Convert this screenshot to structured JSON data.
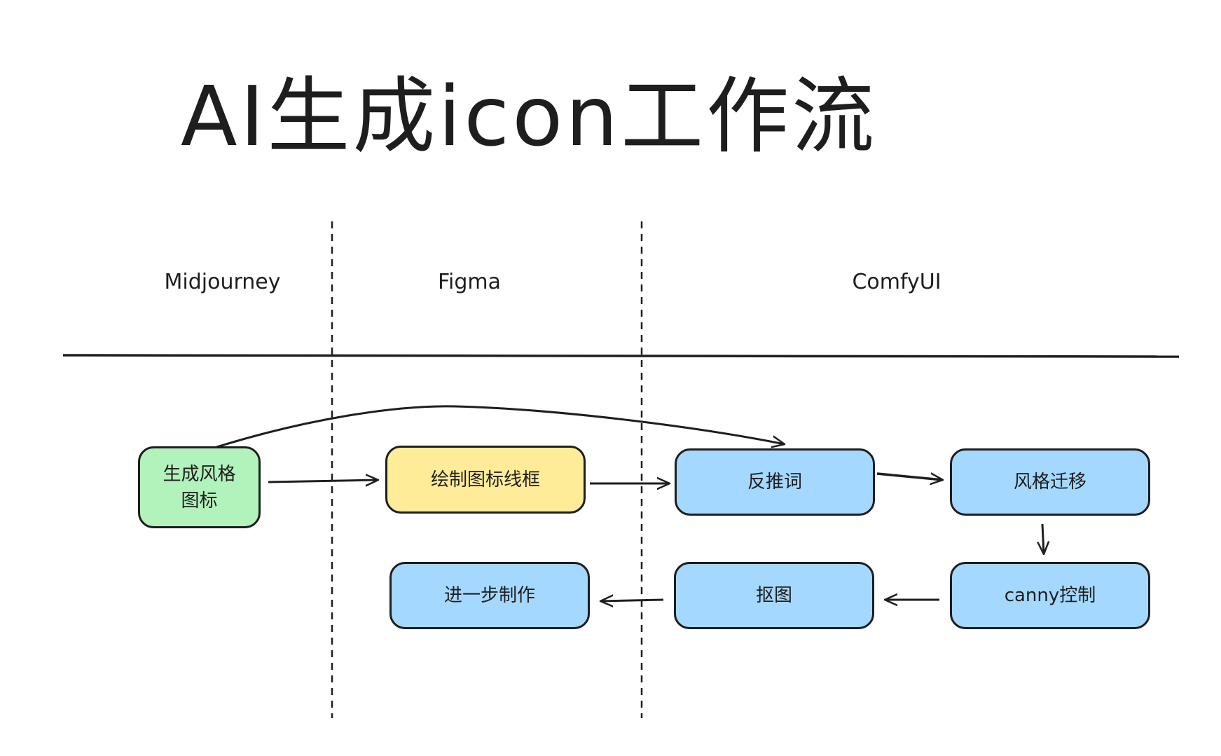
{
  "title": "AI生成icon工作流",
  "lanes": [
    {
      "label": "Midjourney"
    },
    {
      "label": "Figma"
    },
    {
      "label": "ComfyUI"
    }
  ],
  "colors": {
    "green": "#b2f2bb",
    "yellow": "#ffec99",
    "blue": "#a5d8ff",
    "stroke": "#1e1e1e"
  },
  "nodes": {
    "generate_style_icon": "生成风格图标",
    "draw_wireframe": "绘制图标线框",
    "reverse_prompt": "反推词",
    "style_transfer": "风格迁移",
    "canny_control": "canny控制",
    "matting": "抠图",
    "further_production": "进一步制作"
  }
}
